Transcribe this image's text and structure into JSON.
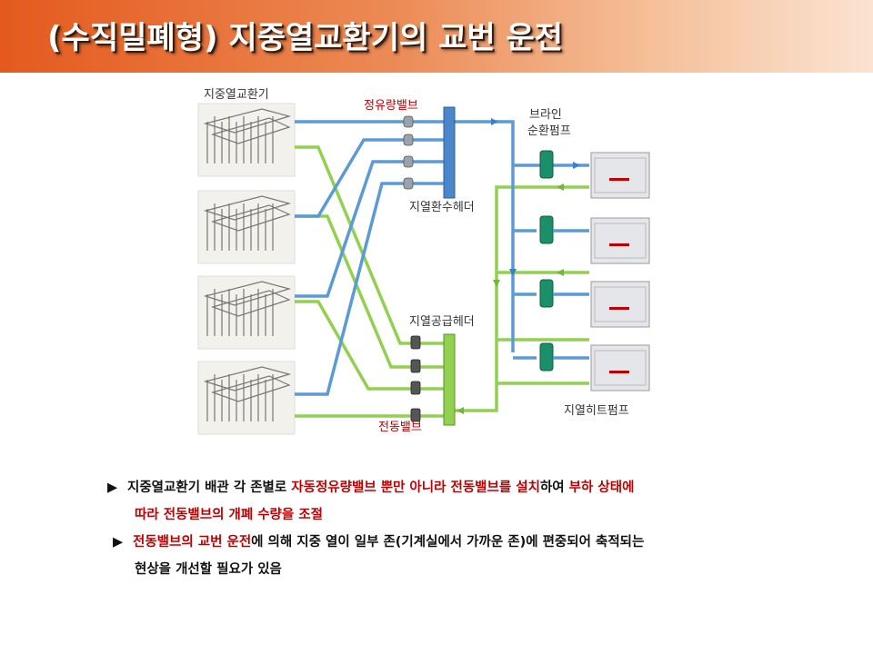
{
  "title": "(수직밀폐형) 지중열교환기의 교번 운전",
  "diagram": {
    "labels": {
      "exchanger": "지중열교환기",
      "flow_valve": "정유량밸브",
      "pump": "브라인\n순환펌프",
      "return_header": "지열환수헤더",
      "supply_header": "지열공급헤더",
      "motor_valve": "전동밸브",
      "heat_pump": "지열히트펌프"
    },
    "colors": {
      "blue": "#5b9bd5",
      "green": "#92d050",
      "red": "#c00000",
      "pump": "#1a8f6a",
      "header_blue": "#4a86c8"
    }
  },
  "bullets": {
    "b1": {
      "marker": "▶",
      "p1": "지중열교환기 배관 각 존별로 ",
      "r1": "자동정유량밸브 뿐만 아니라 전동밸브를 설치",
      "p2": "하여 ",
      "r2": "부하 상태에",
      "r3": "따라 전동밸브의 개폐 수량을 조절"
    },
    "b2": {
      "marker": "▶",
      "r1": "전동밸브의 교번 운전",
      "p1": "에 의해 지중 열이 일부 존(기계실에서 가까운 존)에  편중되어 축적되는",
      "p2": "현상을 개선할 필요가 있음"
    }
  }
}
